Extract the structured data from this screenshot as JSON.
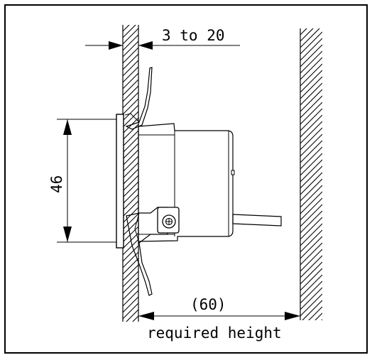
{
  "diagram": {
    "dimensions": {
      "wall_thickness": "3 to 20",
      "height": "46",
      "clearance": "(60)",
      "clearance_caption": "required height"
    }
  }
}
